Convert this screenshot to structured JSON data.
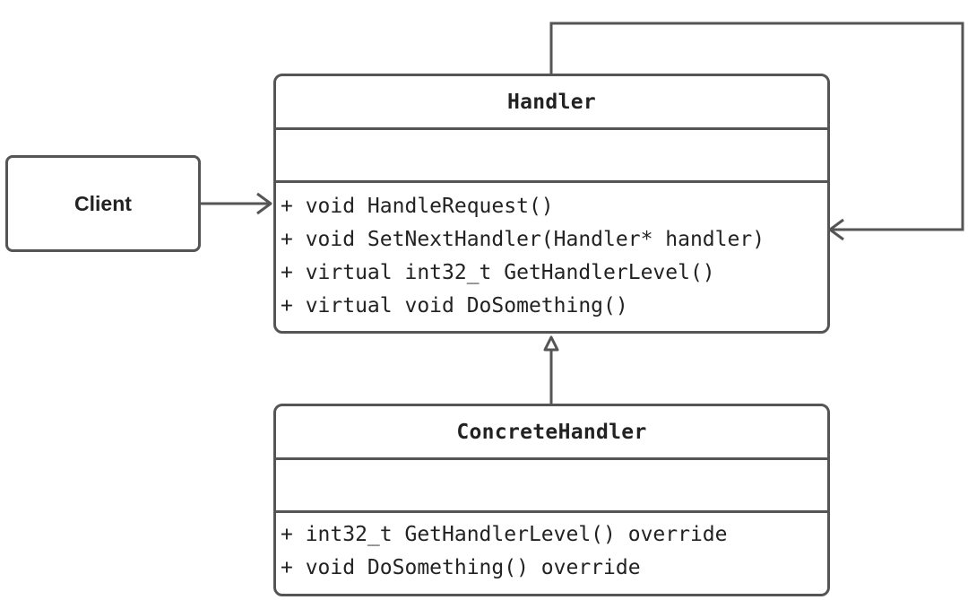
{
  "client": {
    "label": "Client"
  },
  "handler": {
    "name": "Handler",
    "methods": [
      "+ void HandleRequest()",
      "+ void SetNextHandler(Handler* handler)",
      "+ virtual int32_t GetHandlerLevel()",
      "+ virtual void DoSomething()"
    ]
  },
  "concrete_handler": {
    "name": "ConcreteHandler",
    "methods": [
      "+ int32_t GetHandlerLevel() override",
      "+ void DoSomething() override"
    ]
  },
  "colors": {
    "line": "#555555",
    "text": "#222222",
    "background": "#ffffff"
  }
}
